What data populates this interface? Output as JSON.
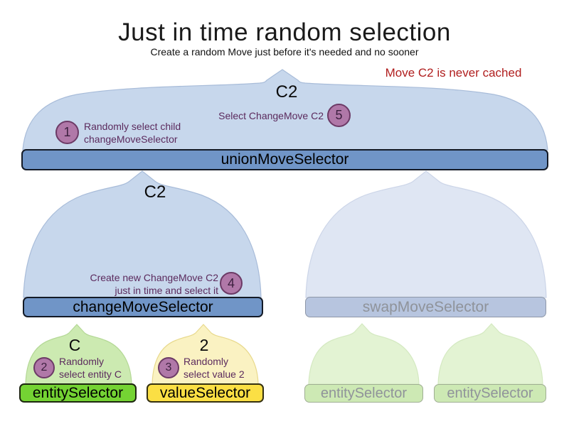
{
  "title": "Just in time random selection",
  "subtitle": "Create a random Move just before it's needed and no sooner",
  "note": "Move C2 is never cached",
  "colors": {
    "note_red": "#b01e1e",
    "bar_blue": "#7095c7",
    "bar_blue_faded": "#b7c5df",
    "bar_green": "#74d333",
    "bar_yellow": "#fbdf44",
    "bar_green_faded": "#cde9b4",
    "funnel_blue": "#c7d7ec",
    "funnel_blue_faded": "#dfe6f3",
    "funnel_green": "#cceab1",
    "funnel_yellow": "#faf2c2",
    "funnel_green_faded": "#e3f3d3",
    "step_circle": "#b078a8",
    "annotation_text": "#5b2a5d"
  },
  "selectors": {
    "union": "unionMoveSelector",
    "change": "changeMoveSelector",
    "swap": "swapMoveSelector",
    "entity_left": "entitySelector",
    "value": "valueSelector",
    "entity_faded_1": "entitySelector",
    "entity_faded_2": "entitySelector"
  },
  "move_labels": {
    "union_output": "C2",
    "change_output": "C2",
    "entity_output": "C",
    "value_output": "2"
  },
  "steps": {
    "1": {
      "num": "1",
      "line1": "Randomly select child",
      "line2": "changeMoveSelector"
    },
    "2": {
      "num": "2",
      "line1": "Randomly",
      "line2": "select entity C"
    },
    "3": {
      "num": "3",
      "line1": "Randomly",
      "line2": "select value 2"
    },
    "4": {
      "num": "4",
      "line1": "Create new ChangeMove C2",
      "line2": "just in time and select it"
    },
    "5": {
      "num": "5",
      "line1": "Select ChangeMove C2"
    }
  }
}
